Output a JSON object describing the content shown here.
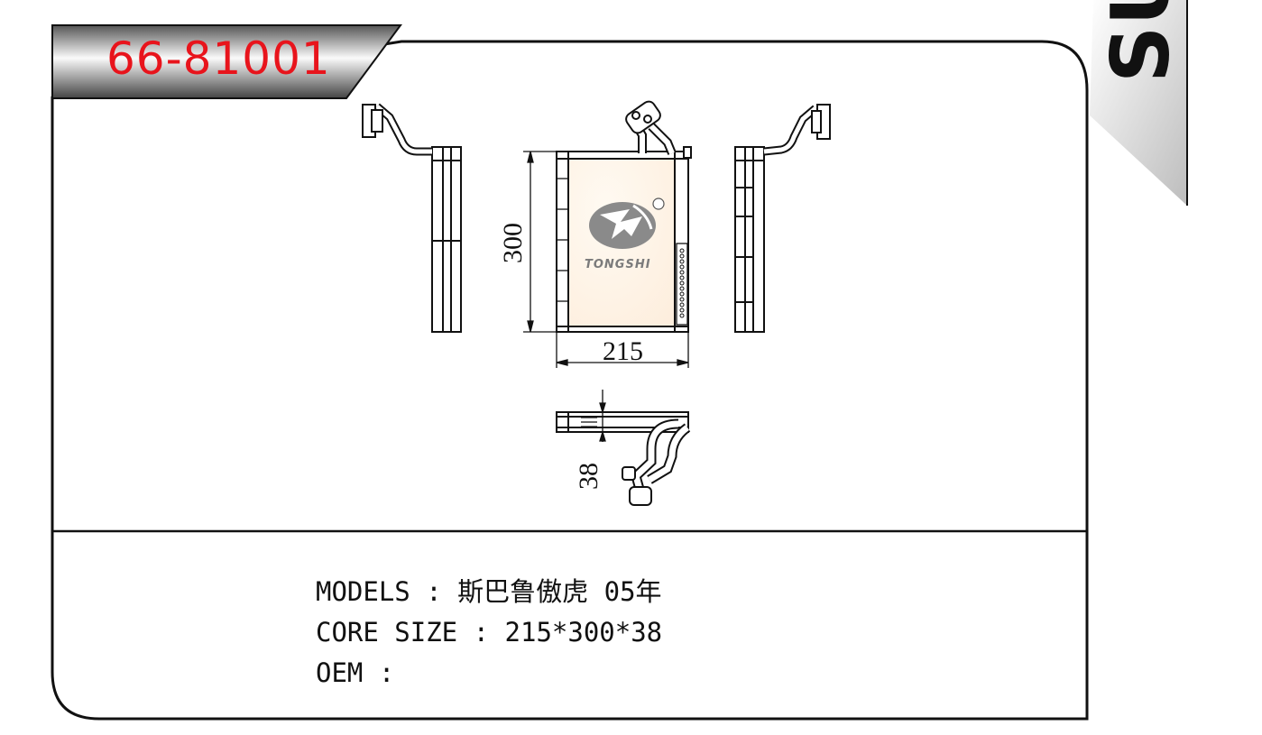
{
  "header": {
    "part_number": "66-81001",
    "corner_text": "SU"
  },
  "drawing": {
    "brand_text": "TONGSHI",
    "registered_mark": "®",
    "dimensions": {
      "width": "215",
      "height": "300",
      "depth": "38"
    }
  },
  "specs": {
    "models_label": "MODELS",
    "models_value": "斯巴鲁傲虎 05年",
    "core_size_label": "CORE SIZE",
    "core_size_value": "215*300*38",
    "oem_label": "OEM",
    "oem_value": "",
    "separator": " : "
  },
  "colors": {
    "part_number": "#e8141c",
    "frame": "#111111"
  }
}
